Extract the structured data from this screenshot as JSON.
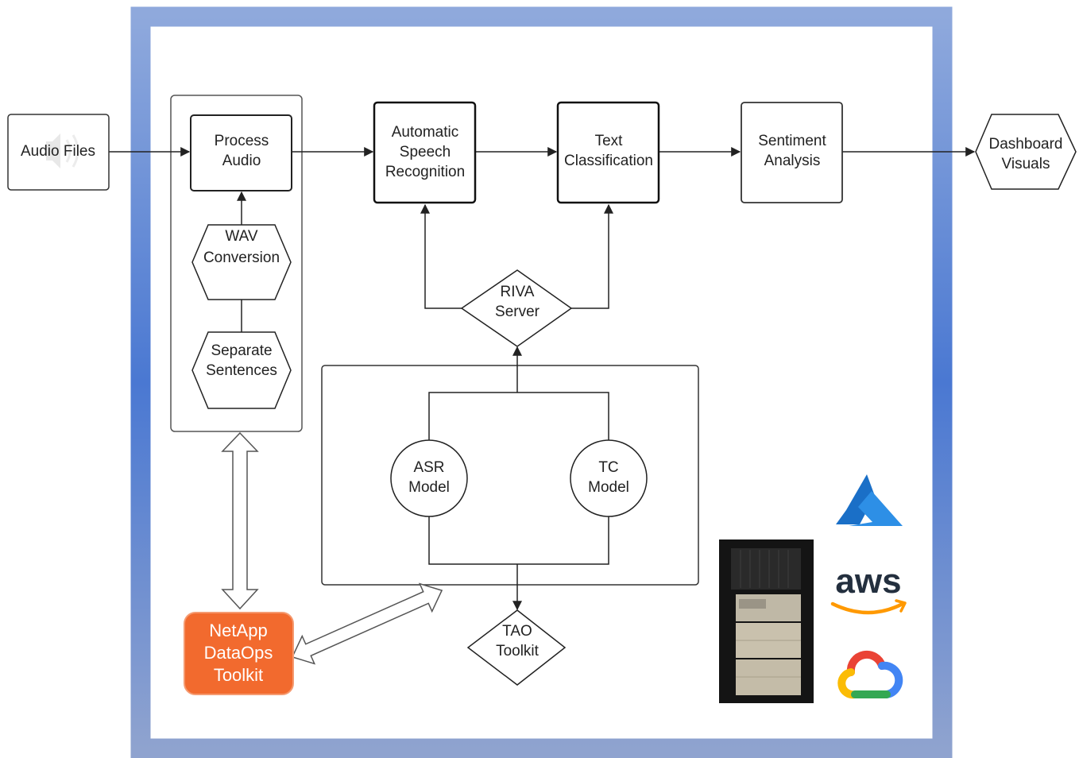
{
  "nodes": {
    "audio_files": "Audio Files",
    "process_audio": [
      "Process",
      "Audio"
    ],
    "wav_conversion": [
      "WAV",
      "Conversion"
    ],
    "separate_sentences": [
      "Separate",
      "Sentences"
    ],
    "asr": [
      "Automatic",
      "Speech",
      "Recognition"
    ],
    "text_classification": [
      "Text",
      "Classification"
    ],
    "sentiment_analysis": [
      "Sentiment",
      "Analysis"
    ],
    "dashboard_visuals": [
      "Dashboard",
      "Visuals"
    ],
    "riva_server": [
      "RIVA",
      "Server"
    ],
    "asr_model": [
      "ASR",
      "Model"
    ],
    "tc_model": [
      "TC",
      "Model"
    ],
    "tao_toolkit": [
      "TAO",
      "Toolkit"
    ],
    "netapp_toolkit": [
      "NetApp",
      "DataOps",
      "Toolkit"
    ]
  },
  "logos": {
    "aws_text": "aws"
  },
  "colors": {
    "frame_blue": "#5b7fd0",
    "netapp_orange": "#f26a2e",
    "azure_blue": "#1e7fd6",
    "aws_orange": "#ff9900",
    "aws_text": "#232f3e"
  }
}
